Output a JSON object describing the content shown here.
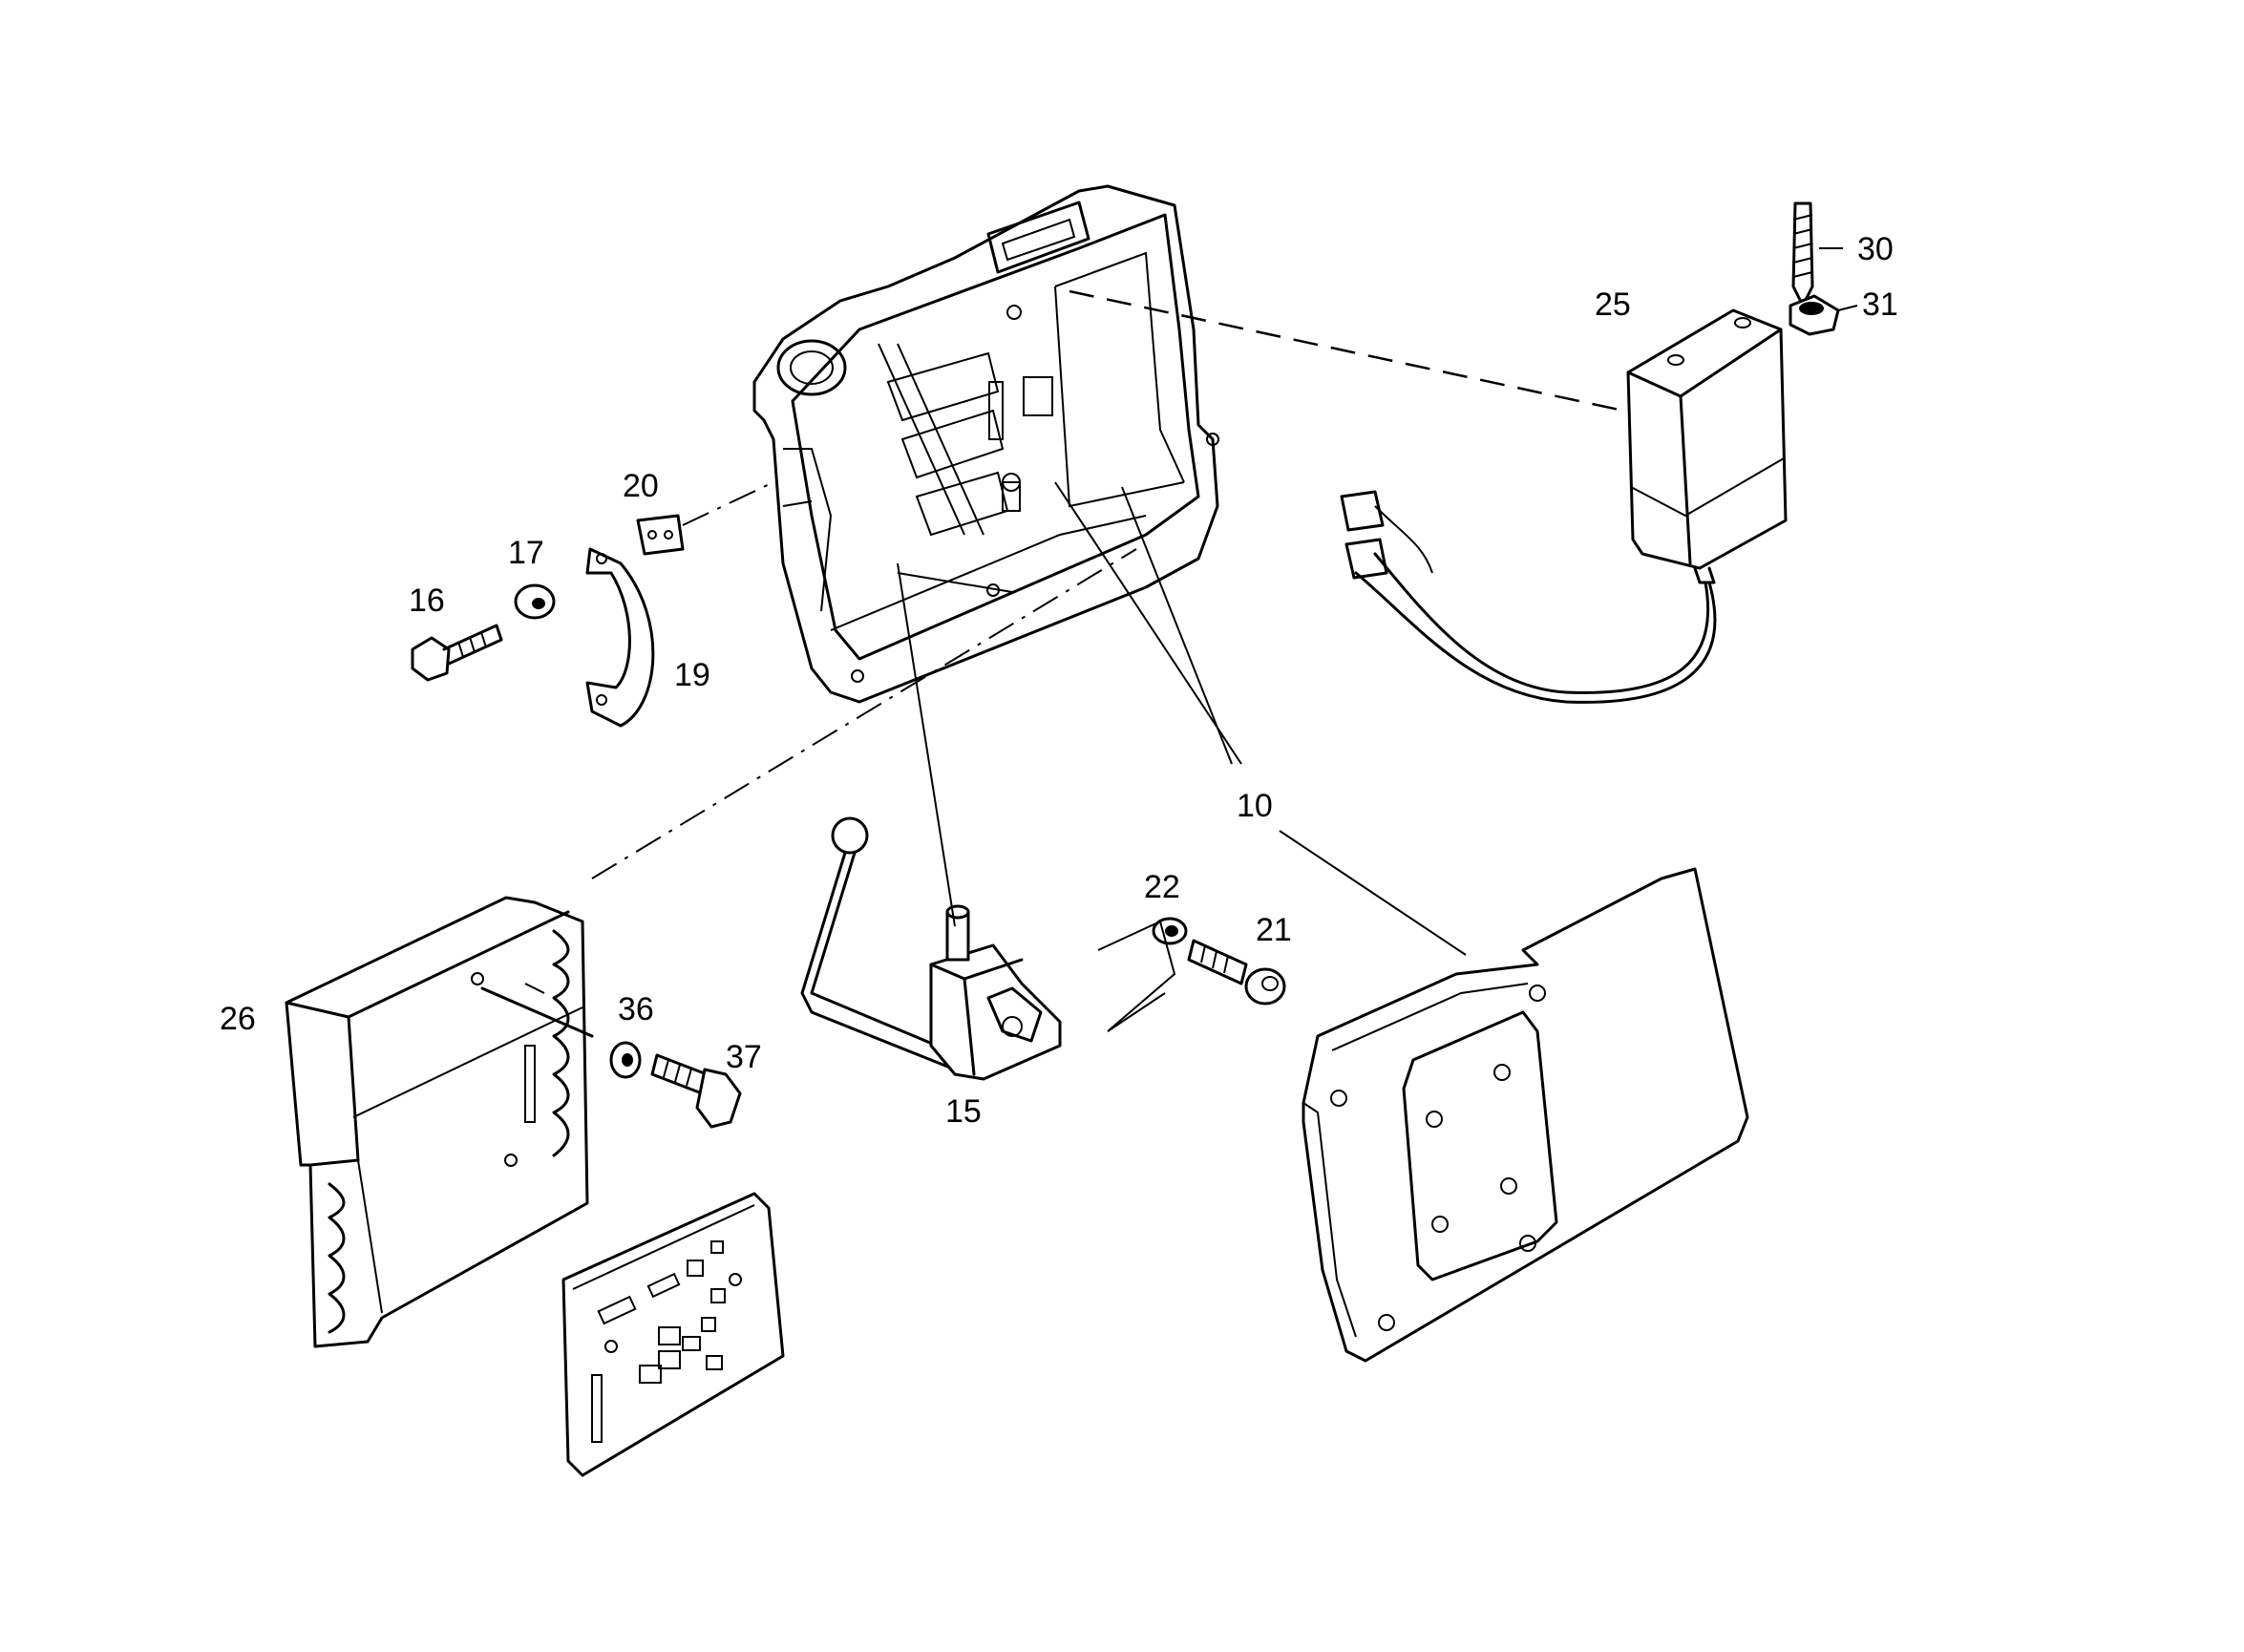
{
  "callouts": {
    "c10": "10",
    "c15": "15",
    "c16": "16",
    "c17": "17",
    "c19": "19",
    "c20": "20",
    "c21": "21",
    "c22": "22",
    "c25": "25",
    "c26": "26",
    "c30": "30",
    "c31": "31",
    "c36": "36",
    "c37": "37"
  }
}
